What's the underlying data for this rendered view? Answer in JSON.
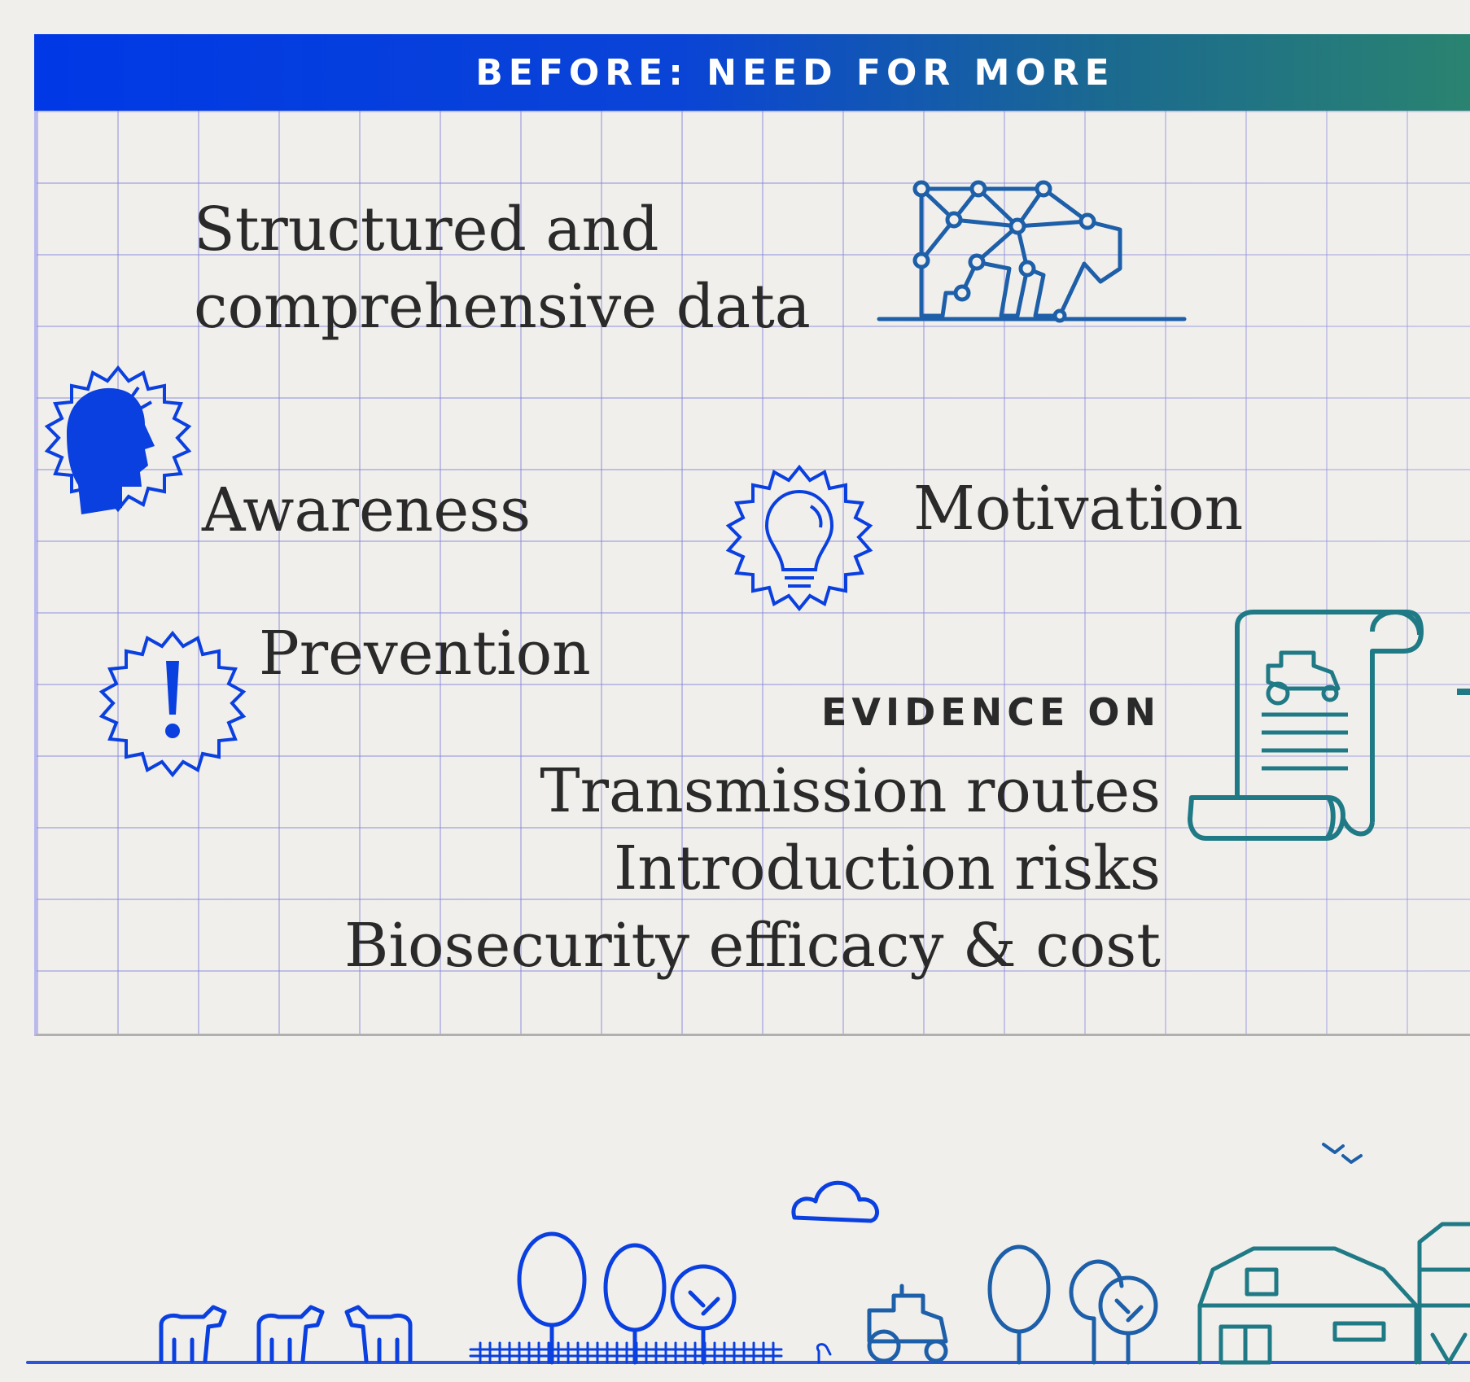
{
  "banner": {
    "title": "BEFORE: NEED FOR MORE"
  },
  "items": {
    "data_line1": "Structured and",
    "data_line2": "comprehensive data",
    "awareness": "Awareness",
    "motivation": "Motivation",
    "prevention": "Prevention"
  },
  "evidence": {
    "heading": "EVIDENCE ON",
    "line1": "Transmission routes",
    "line2": "Introduction risks",
    "line3": "Biosecurity efficacy & cost"
  },
  "colors": {
    "blue": "#0a3fe0",
    "teal": "#1f7a86",
    "text": "#2a2a2a",
    "background": "#f1efeb"
  },
  "icons": [
    "cow-data-network-icon",
    "head-awareness-icon",
    "lightbulb-icon",
    "exclamation-icon",
    "document-tractor-icon",
    "farm-landscape-icon"
  ]
}
